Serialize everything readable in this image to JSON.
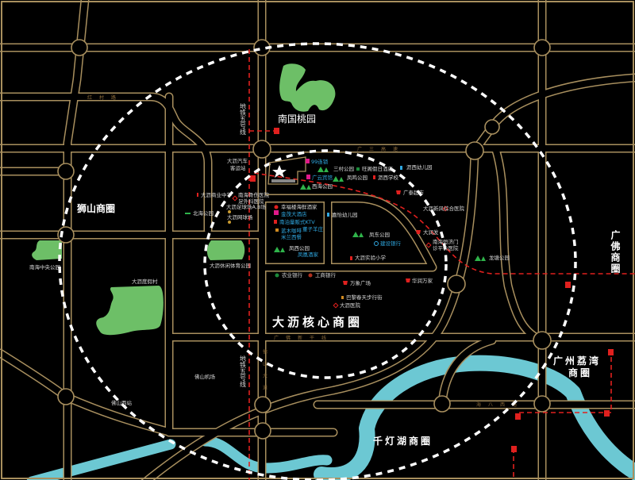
{
  "map": {
    "districts": {
      "core": "大沥核心商圈",
      "shishan": "狮山商圈",
      "guangfo": "广佛商圈",
      "liwan_line1": "广州荔湾",
      "liwan_line2": "商圈",
      "qiandenghu": "千灯湖商圈"
    },
    "parks": {
      "nanguo": "南国桃园",
      "nanhai_central": "南海中央公园",
      "leisure": "大沥休闲体育公园"
    },
    "metro_label": "地铁五号线",
    "roads": {
      "guangsan": "广三高速",
      "hongcun": "红村路",
      "guangfo_new": "广佛新干线",
      "haiba": "海八西路",
      "foshan_ave": "佛山大道"
    },
    "colors": {
      "background": "#000000",
      "road": "#a88f5e",
      "park": "#6dbf67",
      "river": "#6cc8d3",
      "metro": "#e0201e",
      "poi_blue": "#2fa7e0"
    },
    "pois": [
      {
        "label": "99连锁"
      },
      {
        "label": "三村公园"
      },
      {
        "label": "旺阁假日酒店"
      },
      {
        "label": "沥西幼儿园"
      },
      {
        "label": "广云宾馆"
      },
      {
        "label": "凤鸣公园"
      },
      {
        "label": "沥西学校"
      },
      {
        "label": "西海公园"
      },
      {
        "label": "广泰超市"
      },
      {
        "label": "大沥汽车"
      },
      {
        "label": "客运站"
      },
      {
        "label": "大沥商业中学"
      },
      {
        "label": "南海骨伤医院"
      },
      {
        "label": "足外科医院"
      },
      {
        "label": "大沥足球场A,B场"
      },
      {
        "label": "大沥网球场"
      },
      {
        "label": "北海公园"
      },
      {
        "label": "幸福楼海鲜酒家"
      },
      {
        "label": "金茂大酒店"
      },
      {
        "label": "南泊量贩式KTV"
      },
      {
        "label": "蓝木咖啡"
      },
      {
        "label": "董子羊庄"
      },
      {
        "label": "米兰西餐"
      },
      {
        "label": "凤西公园"
      },
      {
        "label": "凤凰酒家"
      },
      {
        "label": "嘉怡幼儿园"
      },
      {
        "label": "凤东公园"
      },
      {
        "label": "建设银行"
      },
      {
        "label": "大沥实验小学"
      },
      {
        "label": "大沥新风综合医院"
      },
      {
        "label": "大润发"
      },
      {
        "label": "南海恒济门"
      },
      {
        "label": "诊平价医院"
      },
      {
        "label": "龙塘公园"
      },
      {
        "label": "农业银行"
      },
      {
        "label": "工商银行"
      },
      {
        "label": "万象广场"
      },
      {
        "label": "华润万家"
      },
      {
        "label": "巴黎春天步行街"
      },
      {
        "label": "大沥医院"
      },
      {
        "label": "大沥度假村"
      },
      {
        "label": "佛山机场"
      },
      {
        "label": "佛山西站"
      }
    ]
  }
}
